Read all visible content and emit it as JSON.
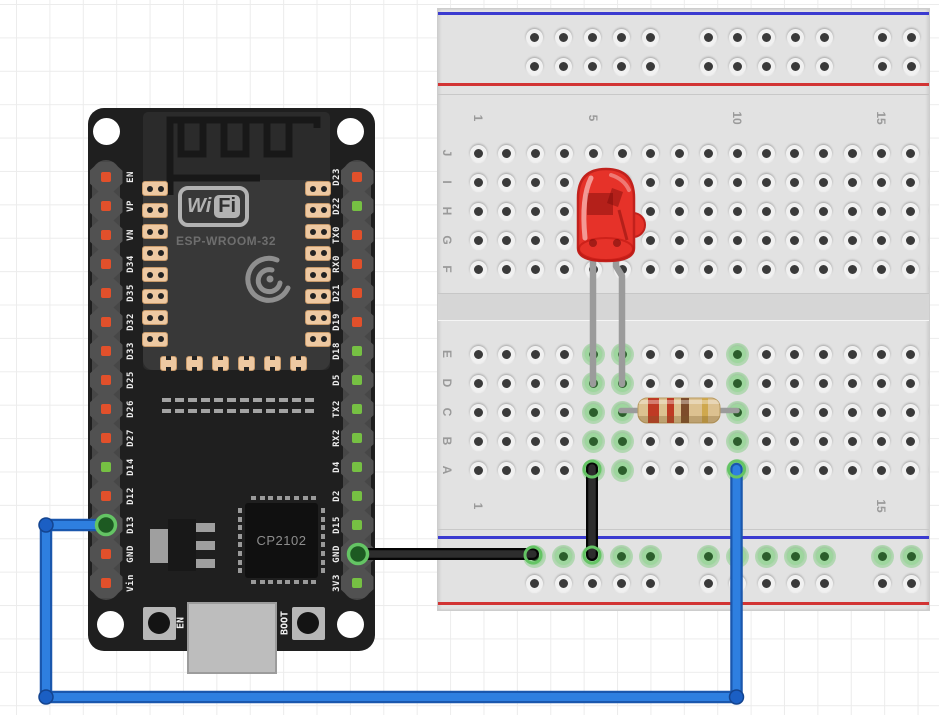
{
  "colors": {
    "wire-blue": "#2e7fe0",
    "wire-blue-dark": "#1a57ad",
    "wire-black": "#2d2d2d",
    "wire-black-dark": "#050505",
    "pad-red": "#e1502b",
    "pad-green": "#76c043",
    "highlight-green": "#64c464",
    "connect-green-fill": "#1d5a22",
    "led-red": "#e63229",
    "led-red-dark": "#c2211c",
    "leg-gray": "#9b9b9b",
    "resistor-body": "#dcc190",
    "band-red": "#bf3a24",
    "band-brown": "#7d4c2b",
    "band-gold": "#cfa84e",
    "copper": "#eec9a2",
    "rail-blue": "#3b3bd0",
    "rail-red": "#d23434"
  },
  "esp32": {
    "wifi_logo": {
      "wi": "Wi",
      "fi": "Fi"
    },
    "module_label": "ESP-WROOM-32",
    "usb_chip_label": "CP2102",
    "buttons": {
      "en": "EN",
      "boot": "BOOT"
    },
    "left_pins": [
      {
        "label": "EN",
        "pad": "red"
      },
      {
        "label": "VP",
        "pad": "red"
      },
      {
        "label": "VN",
        "pad": "red"
      },
      {
        "label": "D34",
        "pad": "red"
      },
      {
        "label": "D35",
        "pad": "red"
      },
      {
        "label": "D32",
        "pad": "red"
      },
      {
        "label": "D33",
        "pad": "red"
      },
      {
        "label": "D25",
        "pad": "red"
      },
      {
        "label": "D26",
        "pad": "red"
      },
      {
        "label": "D27",
        "pad": "red"
      },
      {
        "label": "D14",
        "pad": "green"
      },
      {
        "label": "D12",
        "pad": "red"
      },
      {
        "label": "D13",
        "pad": "green",
        "connected": true
      },
      {
        "label": "GND",
        "pad": "red"
      },
      {
        "label": "Vin",
        "pad": "red"
      }
    ],
    "right_pins": [
      {
        "label": "D23",
        "pad": "red"
      },
      {
        "label": "D22",
        "pad": "green"
      },
      {
        "label": "TX0",
        "pad": "red"
      },
      {
        "label": "RX0",
        "pad": "red"
      },
      {
        "label": "D21",
        "pad": "red"
      },
      {
        "label": "D19",
        "pad": "red"
      },
      {
        "label": "D18",
        "pad": "green"
      },
      {
        "label": "D5",
        "pad": "green"
      },
      {
        "label": "TX2",
        "pad": "green"
      },
      {
        "label": "RX2",
        "pad": "green"
      },
      {
        "label": "D4",
        "pad": "green"
      },
      {
        "label": "D2",
        "pad": "green"
      },
      {
        "label": "D15",
        "pad": "green"
      },
      {
        "label": "GND",
        "pad": "green",
        "connected": true
      },
      {
        "label": "3V3",
        "pad": "green"
      }
    ]
  },
  "breadboard": {
    "top_row_letters": [
      "J",
      "I",
      "H",
      "G",
      "F"
    ],
    "bottom_row_letters": [
      "E",
      "D",
      "C",
      "B",
      "A"
    ],
    "column_labels": [
      {
        "text": "1",
        "col": 1
      },
      {
        "text": "5",
        "col": 5
      },
      {
        "text": "10",
        "col": 10
      },
      {
        "text": "15",
        "col": 15
      }
    ],
    "highlighted_columns": [
      5,
      6,
      10
    ],
    "ground_rail_highlighted": "bottom-inner-row"
  },
  "components": {
    "led": {
      "color": "red",
      "holes": [
        "D5",
        "D6"
      ]
    },
    "resistor": {
      "bands": [
        "red",
        "red",
        "brown",
        "gold"
      ],
      "holes": [
        "C6",
        "C10"
      ]
    },
    "wires": [
      {
        "color": "blue",
        "from": "ESP32 D13",
        "to": "breadboard A10"
      },
      {
        "color": "black",
        "from": "ESP32 GND",
        "to": "breadboard bottom rail"
      },
      {
        "color": "black",
        "from": "breadboard A5",
        "to": "breadboard bottom rail"
      }
    ]
  }
}
